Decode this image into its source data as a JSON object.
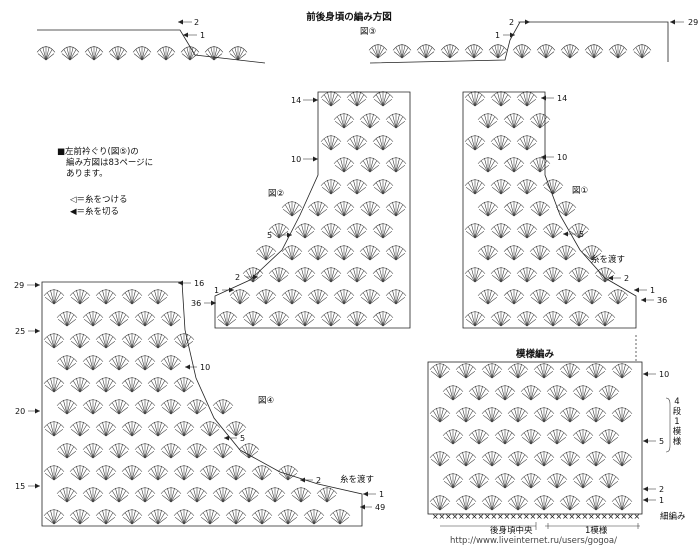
{
  "title_back": "前後身頃の編み方図",
  "figures": {
    "f1": "図①",
    "f2": "図②",
    "f3": "図③",
    "f4": "図④"
  },
  "note": {
    "line1": "■左前衿ぐり(図⑤)の",
    "line2": "編み方図は83ページに",
    "line3": "あります。"
  },
  "legend": {
    "attach": "◁＝糸をつける",
    "cut": "◀＝糸を切る"
  },
  "pattern": {
    "title": "模様編み",
    "repeat_1": "4",
    "repeat_2": "段",
    "repeat_3": "1",
    "repeat_4": "模",
    "repeat_5": "様",
    "chain_label": "細編み",
    "center_label": "後身頃中央",
    "pattern_label": "1模様"
  },
  "yarn_pass": "糸を渡す",
  "row_numbers": {
    "f3_left_2": "2",
    "f3_left_1": "1",
    "f3_right_2": "2",
    "f3_right_29": "29",
    "f3_right_1": "1",
    "f2_14": "14",
    "f2_10": "10",
    "f2_5": "5",
    "f2_2": "2",
    "f2_1": "1",
    "f2_36": "36",
    "f1_14": "14",
    "f1_10": "10",
    "f1_5": "5",
    "f1_2": "2",
    "f1_1": "1",
    "f1_36": "36",
    "f4_29": "29",
    "f4_16": "16",
    "f4_25": "25",
    "f4_10": "10",
    "f4_20": "20",
    "f4_5": "5",
    "f4_15": "15",
    "f4_2": "2",
    "f4_1": "1",
    "f4_49": "49",
    "pat_10": "10",
    "pat_5": "5",
    "pat_2": "2",
    "pat_1": "1"
  },
  "watermark": "http://www.liveinternet.ru/users/gogoa/"
}
